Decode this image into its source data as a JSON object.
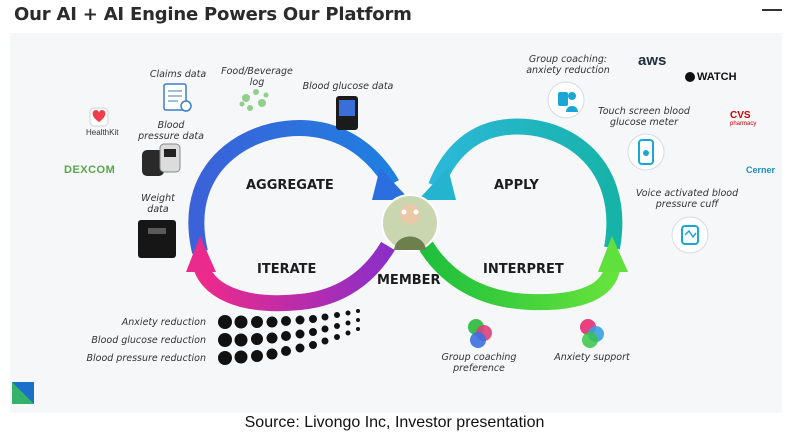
{
  "title": "Our AI + AI Engine Powers Our Platform",
  "center": "MEMBER",
  "stages": {
    "aggregate": "AGGREGATE",
    "apply": "APPLY",
    "iterate": "ITERATE",
    "interpret": "INTERPRET"
  },
  "inputs": {
    "claims": "Claims data",
    "food": "Food/Beverage\nlog",
    "glucose": "Blood glucose data",
    "pressure": "Blood\npressure data",
    "weight": "Weight\ndata"
  },
  "outputs": {
    "coaching": "Group coaching:\nanxiety reduction",
    "meter": "Touch screen blood\nglucose meter",
    "cuff": "Voice activated blood\npressure cuff"
  },
  "interpret_items": {
    "group": "Group coaching\npreference",
    "anxiety": "Anxiety support"
  },
  "iterate_items": [
    "Anxiety reduction",
    "Blood glucose reduction",
    "Blood pressure reduction"
  ],
  "partners_left": {
    "healthkit": "HealthKit",
    "dexcom": "DEXCOM"
  },
  "partners_right": {
    "aws": "aws",
    "watch": "WATCH",
    "cvs": "CVS",
    "cvs_sub": "pharmacy",
    "cerner": "Cerner"
  },
  "source": "Source: Livongo Inc, Investor presentation",
  "colors": {
    "aggregate": "#2f6fd6",
    "apply": "#1bb6c2",
    "iterate": "#e0238f",
    "interpret": "#39c43a"
  }
}
